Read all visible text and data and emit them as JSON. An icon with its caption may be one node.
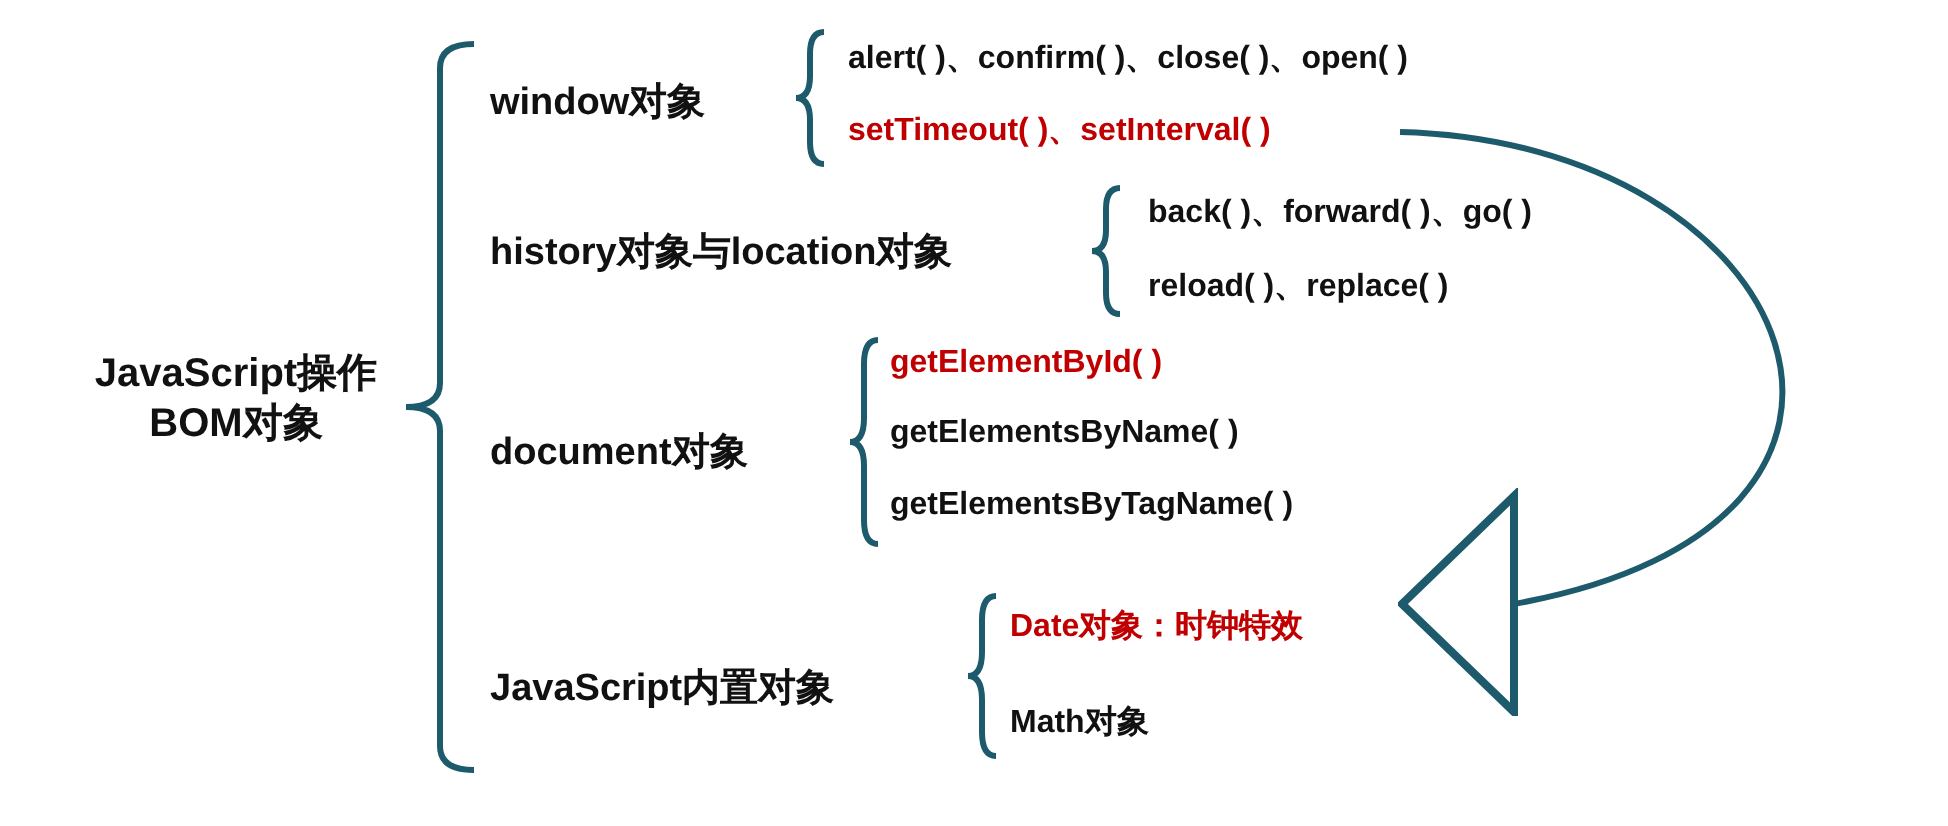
{
  "diagram": {
    "nodes": [
      {
        "text": [
          "setTimeout( )、setInterval( )"
        ]
      },
      {
        "text": [
          "Date对象：时钟特效"
        ]
      }
    ],
    "edges": [
      {
        "from": 0,
        "to": 1,
        "arrow": "to"
      }
    ],
    "labels": [
      "JavaScript操作BOM对象",
      "window对象",
      "alert( )、confirm( )、close( )、open( )",
      "history对象与location对象",
      "back( )、forward( )、go( )",
      "reload( )、replace( )",
      "document对象",
      "getElementById( )",
      "getElementsByName( )",
      "getElementsByTagName( )",
      "JavaScript内置对象",
      "Math对象"
    ]
  }
}
